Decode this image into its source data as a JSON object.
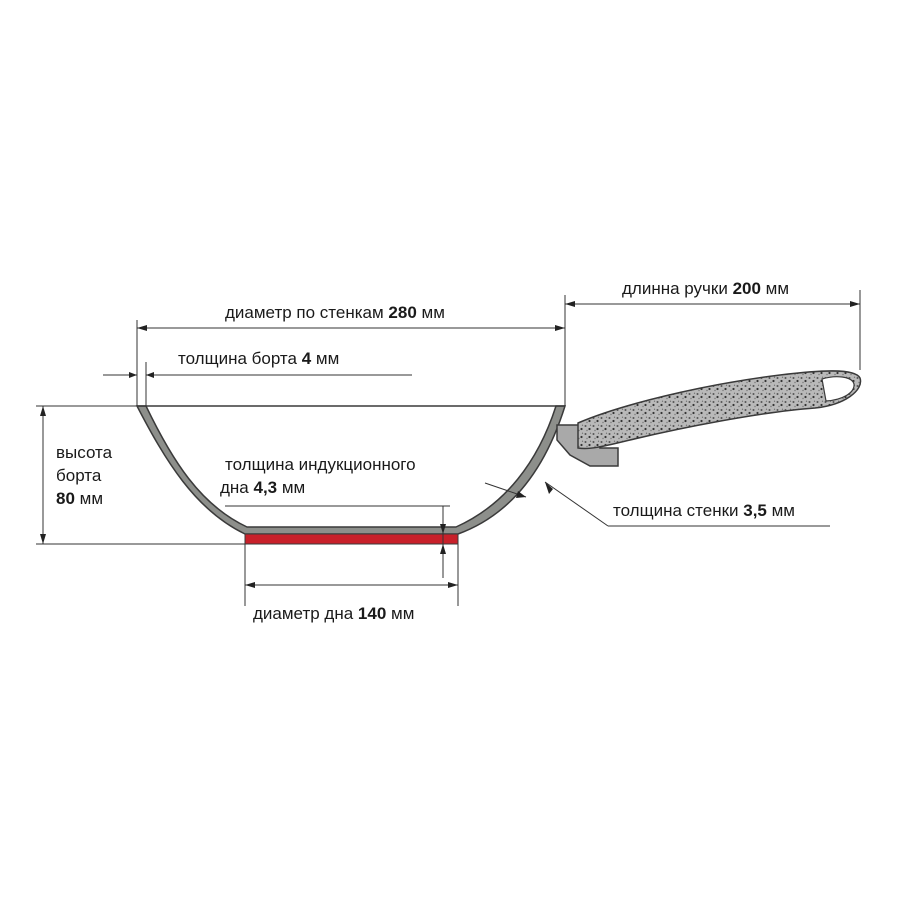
{
  "labels": {
    "wall_diameter": {
      "prefix": "диаметр по стенкам ",
      "value": "280",
      "suffix": " мм"
    },
    "handle_length": {
      "prefix": "длинна ручки ",
      "value": "200",
      "suffix": " мм"
    },
    "rim_thickness": {
      "prefix": "толщина борта ",
      "value": "4",
      "suffix": " мм"
    },
    "side_height": {
      "line1": "высота",
      "line2": "борта",
      "value": "80",
      "suffix": " мм"
    },
    "induction_thickness": {
      "line1": "толщина индукционного",
      "prefix": "дна ",
      "value": "4,3",
      "suffix": " мм"
    },
    "wall_thickness": {
      "prefix": "толщина стенки ",
      "value": "3,5",
      "suffix": " мм"
    },
    "base_diameter": {
      "prefix": "диаметр дна ",
      "value": "140",
      "suffix": " мм"
    }
  },
  "colors": {
    "pan_body": "#8d8f8b",
    "pan_outline": "#3a3a3a",
    "induction_base": "#c8202a",
    "handle": "#9a9a9a",
    "dimension_lines": "#333333"
  }
}
